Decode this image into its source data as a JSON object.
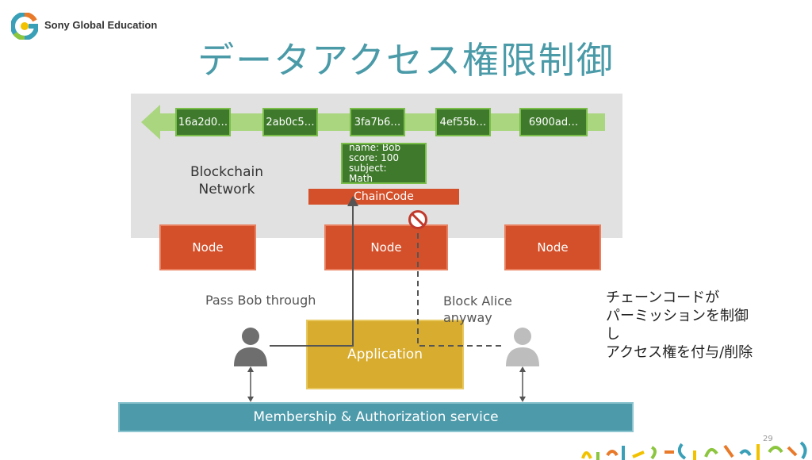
{
  "header": {
    "brand": "Sony Global Education",
    "title": "データアクセス権限制御"
  },
  "blockchain": {
    "label": "Blockchain\nNetwork",
    "blocks": [
      "16a2d0…",
      "2ab0c5…",
      "3fa7b6…",
      "4ef55b…",
      "6900ad…"
    ],
    "state": [
      "name: Bob",
      "score: 100",
      "subject:",
      "Math"
    ],
    "chaincode": "ChainCode"
  },
  "nodes": [
    "Node",
    "Node",
    "Node"
  ],
  "flows": {
    "pass": "Pass Bob through",
    "block": "Block Alice\nanyway"
  },
  "application": "Application",
  "membership": "Membership & Authorization service",
  "note": "チェーンコードが\nパーミッションを制御\nし\nアクセス権を付与/削除",
  "page_number": "29",
  "colors": {
    "title": "#4a9aa8",
    "block": "#3f7a2c",
    "node": "#d4502a",
    "application": "#d8ac2e",
    "membership": "#4d9aaa"
  }
}
